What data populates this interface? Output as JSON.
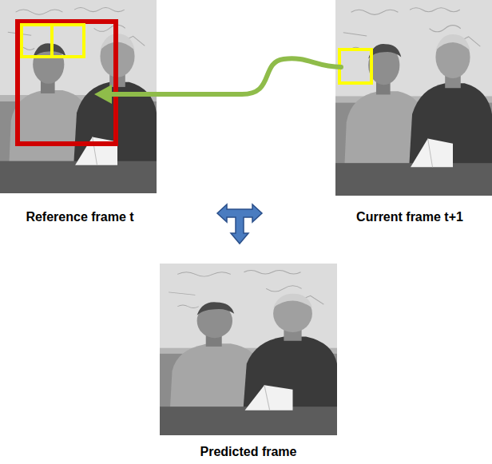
{
  "diagram": {
    "labels": [
      "Reference frame t",
      "Current frame t+1",
      "Predicted frame"
    ]
  }
}
